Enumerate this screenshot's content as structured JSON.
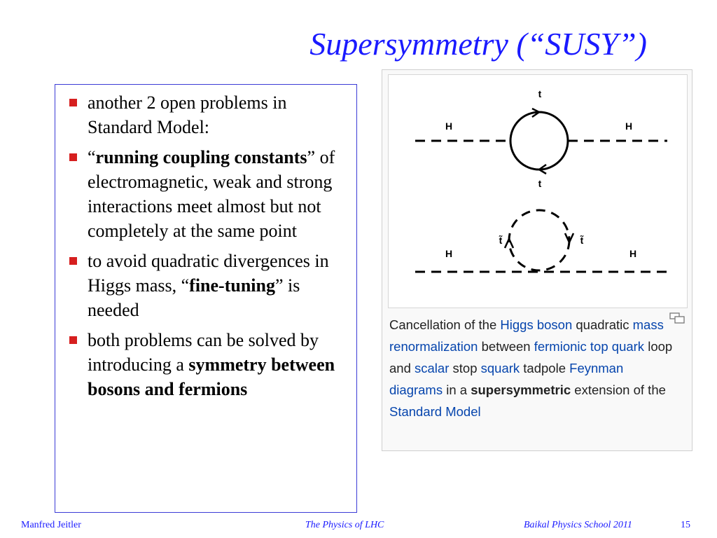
{
  "slide": {
    "title": "Supersymmetry  (“SUSY”)",
    "bullets": [
      {
        "parts": [
          {
            "text": "another 2 open problems in Standard Model:",
            "bold": false
          }
        ]
      },
      {
        "parts": [
          {
            "text": "“",
            "bold": false
          },
          {
            "text": "running coupling constants",
            "bold": true
          },
          {
            "text": "” of electromagnetic, weak and strong interactions meet almost but not completely at the same point",
            "bold": false
          }
        ]
      },
      {
        "parts": [
          {
            "text": "to avoid quadratic divergences in Higgs mass, “",
            "bold": false
          },
          {
            "text": "fine-tuning",
            "bold": true
          },
          {
            "text": "” is needed",
            "bold": false
          }
        ]
      },
      {
        "parts": [
          {
            "text": "both problems can be solved by introducing a ",
            "bold": false
          },
          {
            "text": "symmetry between bosons and fermions",
            "bold": true
          }
        ]
      }
    ]
  },
  "figure": {
    "labels": {
      "t_top": "t",
      "t_bottom": "t",
      "h_top_left": "H",
      "h_top_right": "H",
      "stop_left": "t̃",
      "stop_right": "t̃",
      "h_bottom_left": "H",
      "h_bottom_right": "H"
    },
    "caption_parts": [
      {
        "text": "Cancellation of the ",
        "style": "plain"
      },
      {
        "text": "Higgs boson",
        "style": "link"
      },
      {
        "text": " quadratic ",
        "style": "plain"
      },
      {
        "text": "mass renormalization",
        "style": "link"
      },
      {
        "text": " between ",
        "style": "plain"
      },
      {
        "text": "fermionic",
        "style": "link"
      },
      {
        "text": " ",
        "style": "plain"
      },
      {
        "text": "top quark",
        "style": "link"
      },
      {
        "text": " loop and ",
        "style": "plain"
      },
      {
        "text": "scalar",
        "style": "link"
      },
      {
        "text": " stop ",
        "style": "plain"
      },
      {
        "text": "squark",
        "style": "link"
      },
      {
        "text": " tadpole ",
        "style": "plain"
      },
      {
        "text": "Feynman diagrams",
        "style": "link"
      },
      {
        "text": " in a ",
        "style": "plain"
      },
      {
        "text": "supersymmetric",
        "style": "bold"
      },
      {
        "text": " extension of the ",
        "style": "plain"
      },
      {
        "text": "Standard Model",
        "style": "link"
      }
    ],
    "icons": {
      "enlarge": "enlarge-icon"
    },
    "colors": {
      "link": "#0645ad"
    }
  },
  "footer": {
    "author": "Manfred Jeitler",
    "talk": "The Physics of LHC",
    "event": "Baikal Physics School 2011",
    "page": "15"
  },
  "colors": {
    "title": "#1a1aff",
    "bullet_marker": "#d61f1f",
    "box_border": "#3b3bd6"
  }
}
